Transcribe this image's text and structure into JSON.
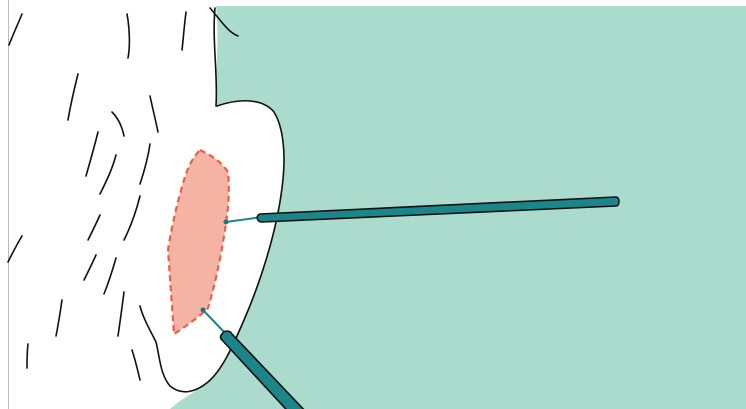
{
  "colors": {
    "background_skin": "#ffffff",
    "surgical_field": "#aadbcd",
    "lesion_fill": "#f5b3a4",
    "lesion_outline": "#e8604a",
    "instrument": "#1b8589",
    "instrument_tip": "#137a80",
    "outline": "#111111",
    "frame_border": "#b9b9b9"
  },
  "illustration": {
    "subject": "ear",
    "lesion_outline_style": "dashed",
    "instrument_count": 2
  }
}
